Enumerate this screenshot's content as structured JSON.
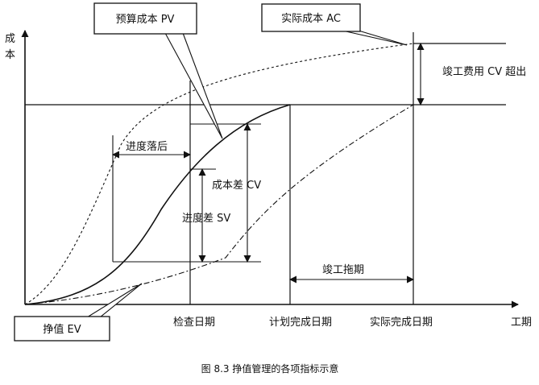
{
  "axes": {
    "y_label_1": "成",
    "y_label_2": "本",
    "x_label": "工期"
  },
  "callouts": {
    "pv": "预算成本 PV",
    "ac": "实际成本 AC",
    "ev": "挣值 EV"
  },
  "labels": {
    "schedule_lag": "进度落后",
    "cost_variance": "成本差 CV",
    "schedule_variance": "进度差 SV",
    "overrun": "竣工费用 CV 超出",
    "delay": "竣工拖期"
  },
  "x_ticks": {
    "check_date": "检查日期",
    "planned_finish": "计划完成日期",
    "actual_finish": "实际完成日期"
  },
  "caption": "图 8.3    挣值管理的各项指标示意"
}
